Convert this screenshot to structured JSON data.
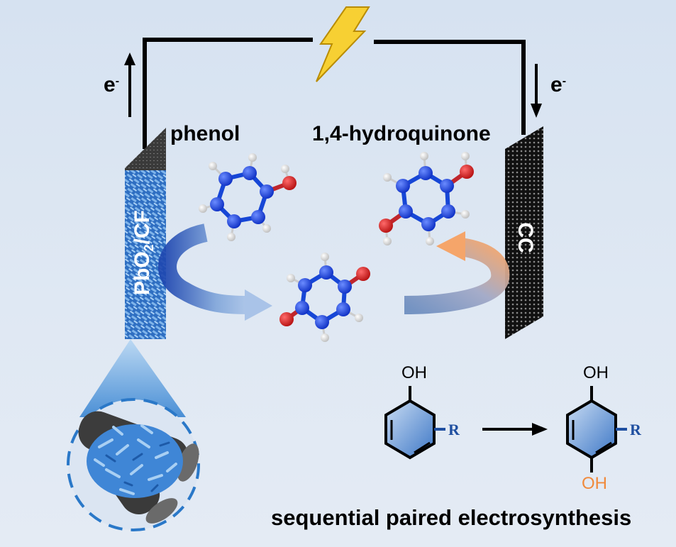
{
  "labels": {
    "electron_left": "e",
    "electron_right": "e",
    "electron_sup": "-",
    "phenol": "phenol",
    "hydroquinone": "1,4-hydroquinone",
    "anode_prefix": "PbO",
    "anode_sub": "2",
    "anode_suffix": "/CF",
    "cathode": "CC",
    "reactant_top": "OH",
    "reactant_r": "R",
    "product_top": "OH",
    "product_r": "R",
    "product_bottom": "OH",
    "caption": "sequential paired electrosynthesis"
  },
  "colors": {
    "background": "#dbe5f2",
    "atom_carbon": "#1646d6",
    "atom_oxygen": "#d41c1c",
    "atom_hydrogen": "#f2f2f2",
    "oxidation_arrow": "#2d58b8",
    "reduction_arrow": "#f3a66d",
    "lightning": "#f7d033",
    "product_oh": "#f08a3c",
    "r_group": "#1f4fa0"
  },
  "icons": {
    "power": "lightning-bolt-icon"
  }
}
